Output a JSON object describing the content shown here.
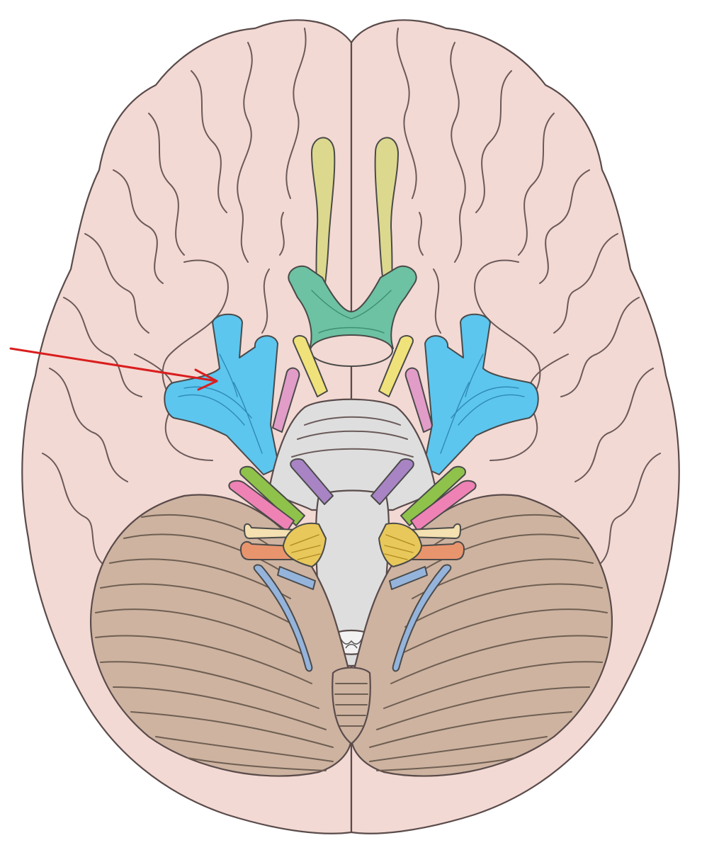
{
  "colors": {
    "background": "#ffffff",
    "cerebrum": "#f3d9d3",
    "cerebellum": "#cdb3a0",
    "brainstem": "#dedede",
    "olfactory": "#dcd98e",
    "optic_chiasm": "#6cc2a2",
    "oculomotor": "#f0e27a",
    "trochlear": "#e29cc8",
    "trigeminal": "#5cc6ef",
    "abducens": "#a884c4",
    "facial": "#8fc24a",
    "vestibulocochlear": "#ef82b5",
    "glossopharyngeal": "#f4e0b0",
    "vagus": "#e8956e",
    "accessory_hypoglossal": "#95b4dc",
    "nerve_bundle": "#e8c85a",
    "arrow": "#d91e1e"
  },
  "structures": [
    "cerebrum",
    "cerebellum",
    "brainstem",
    "olfactory-bulbs",
    "optic-chiasm",
    "oculomotor-nerves",
    "trochlear-nerves",
    "trigeminal-nerves",
    "abducens-nerves",
    "facial-nerves",
    "vestibulocochlear-nerves",
    "glossopharyngeal-nerves",
    "vagus-nerves",
    "accessory-hypoglossal-nerves"
  ],
  "pointer": {
    "target": "trigeminal-nerve-left",
    "color": "#d91e1e"
  }
}
